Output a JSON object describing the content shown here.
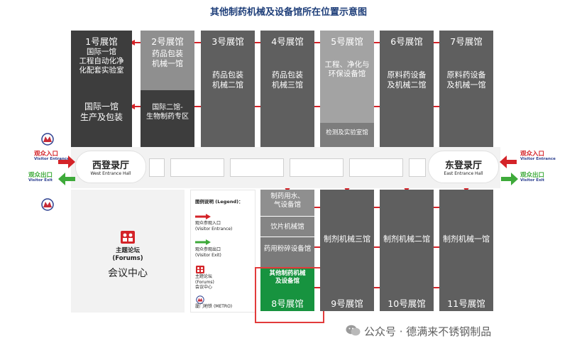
{
  "title": "其他制药机械及设备馆所在位置示意图",
  "halls": {
    "h1": {
      "number": "1号展馆",
      "upper": [
        "国际一馆",
        "工程自动化净",
        "化配套实验室"
      ],
      "lower": [
        "国际一馆",
        "生产及包装"
      ]
    },
    "h2": {
      "number": "2号展馆",
      "upper": [
        "药品包装",
        "机械一馆"
      ],
      "lower": [
        "国际二馆-",
        "生物制药专区"
      ]
    },
    "h3": {
      "number": "3号展馆",
      "content": [
        "药品包装",
        "机械二馆"
      ]
    },
    "h4": {
      "number": "4号展馆",
      "content": [
        "药品包装",
        "机械三馆"
      ]
    },
    "h5": {
      "number": "5号展馆",
      "content": [
        "工程、净化与",
        "环保设备馆"
      ],
      "bottom": "检测及实验室馆"
    },
    "h6": {
      "number": "6号展馆",
      "content": [
        "原料药设备",
        "及机械二馆"
      ]
    },
    "h7": {
      "number": "7号展馆",
      "content": [
        "原料药设备",
        "及机械一馆"
      ]
    },
    "h8": {
      "sections": [
        [
          "制药用水、",
          "气设备馆"
        ],
        [
          "饮片机械馆"
        ],
        [
          "药用粉碎设备馆"
        ]
      ],
      "highlight": [
        "其他制药机械",
        "及设备馆"
      ],
      "number": "8号展馆"
    },
    "h9": {
      "content": "制剂机械三馆",
      "number": "9号展馆"
    },
    "h10": {
      "content": "制剂机械二馆",
      "number": "10号展馆"
    },
    "h11": {
      "content": "制剂机械一馆",
      "number": "11号展馆"
    }
  },
  "west_hall": {
    "cn": "西登录厅",
    "en": "West Entrance Hall"
  },
  "east_hall": {
    "cn": "东登录厅",
    "en": "East Entrance Hall"
  },
  "left_entrance": {
    "cn": "观众入口",
    "en": "Visitor Entrance"
  },
  "left_exit": {
    "cn": "观众出口",
    "en": "Visitor Exit"
  },
  "right_entrance": {
    "cn": "观众入口",
    "en": "Visitor Entrance"
  },
  "right_exit": {
    "cn": "观众出口",
    "en": "Visitor Exit"
  },
  "forum": {
    "line1": "主题论坛",
    "line2": "(Forums)",
    "line3": "会议中心"
  },
  "legend": {
    "title": "图例说明 (Legend)：",
    "entrance": [
      "观众参观入口",
      "(Visitor Entrance)"
    ],
    "exit": [
      "观众参观出口",
      "(Visitor Exit)"
    ],
    "forum": [
      "主题论坛",
      "(Forums)",
      "会议中心"
    ],
    "metro": [
      "厦门地铁",
      "(METRO)"
    ]
  },
  "watermark": "公众号 · 德满来不锈钢制品",
  "colors": {
    "arrow_red": "#d42328",
    "arrow_green": "#3eaa3a",
    "highlight_border": "#e23b3b",
    "hall8_green": "#17933f",
    "title": "#1f3f7a",
    "metro": "#2c3f8f"
  }
}
